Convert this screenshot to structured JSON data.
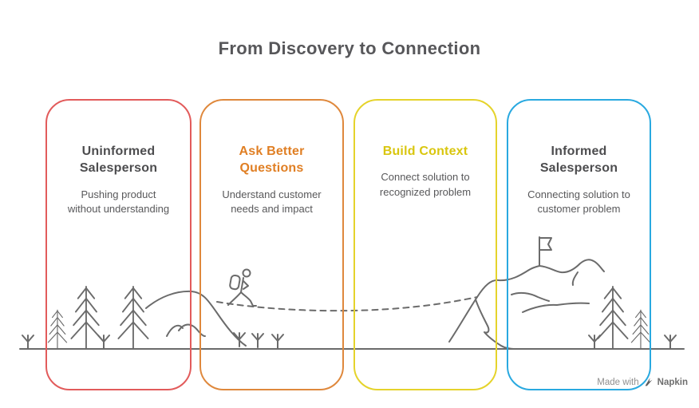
{
  "title": "From Discovery to Connection",
  "panels": [
    {
      "id": "uninformed-salesperson",
      "title": "Uninformed\nSalesperson",
      "subtitle": "Pushing product\nwithout understanding",
      "accent": "#E25B5B",
      "title_color": "#4D4D4F"
    },
    {
      "id": "ask-better-questions",
      "title": "Ask Better\nQuestions",
      "subtitle": "Understand customer\nneeds and impact",
      "accent": "#DF883C",
      "title_color": "#E07F24"
    },
    {
      "id": "build-context",
      "title": "Build Context",
      "subtitle": "Connect solution to\nrecognized problem",
      "accent": "#E5D32B",
      "title_color": "#D9C60E"
    },
    {
      "id": "informed-salesperson",
      "title": "Informed\nSalesperson",
      "subtitle": "Connecting solution to\ncustomer problem",
      "accent": "#29A9E0",
      "title_color": "#4D4D4F"
    }
  ],
  "watermark": {
    "made_with": "Made with",
    "brand": "Napkin",
    "icon": "napkin-pen-icon"
  },
  "illustration_elements": [
    "ground-line",
    "pine-trees",
    "grass-sprouts",
    "left-hill",
    "twin-hill",
    "hiker-with-backpack",
    "dashed-hiking-path",
    "mountain-ridges",
    "summit-flag"
  ],
  "colors": {
    "background": "#FFFFFF",
    "heading": "#57575A",
    "body_text": "#58585A",
    "panel_red": "#E25B5B",
    "panel_orange": "#DF883C",
    "panel_yellow": "#E5D32B",
    "panel_blue": "#29A9E0",
    "line_art": "#6B6B6B",
    "watermark_text": "#8F8F8F",
    "watermark_brand": "#6E6E6E"
  }
}
